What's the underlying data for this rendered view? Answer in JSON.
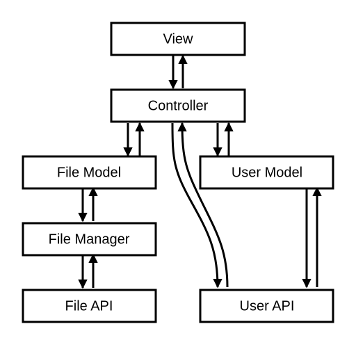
{
  "diagram": {
    "nodes": {
      "view": {
        "label": "View"
      },
      "controller": {
        "label": "Controller"
      },
      "file_model": {
        "label": "File Model"
      },
      "user_model": {
        "label": "User Model"
      },
      "file_manager": {
        "label": "File Manager"
      },
      "file_api": {
        "label": "File API"
      },
      "user_api": {
        "label": "User API"
      }
    },
    "edges": [
      {
        "from": "view",
        "to": "controller"
      },
      {
        "from": "controller",
        "to": "view"
      },
      {
        "from": "controller",
        "to": "file_model"
      },
      {
        "from": "file_model",
        "to": "controller"
      },
      {
        "from": "controller",
        "to": "user_model"
      },
      {
        "from": "user_model",
        "to": "controller"
      },
      {
        "from": "controller",
        "to": "user_api"
      },
      {
        "from": "user_api",
        "to": "controller"
      },
      {
        "from": "file_model",
        "to": "file_manager"
      },
      {
        "from": "file_manager",
        "to": "file_model"
      },
      {
        "from": "file_manager",
        "to": "file_api"
      },
      {
        "from": "file_api",
        "to": "file_manager"
      },
      {
        "from": "user_model",
        "to": "user_api"
      },
      {
        "from": "user_api",
        "to": "user_model"
      }
    ]
  }
}
